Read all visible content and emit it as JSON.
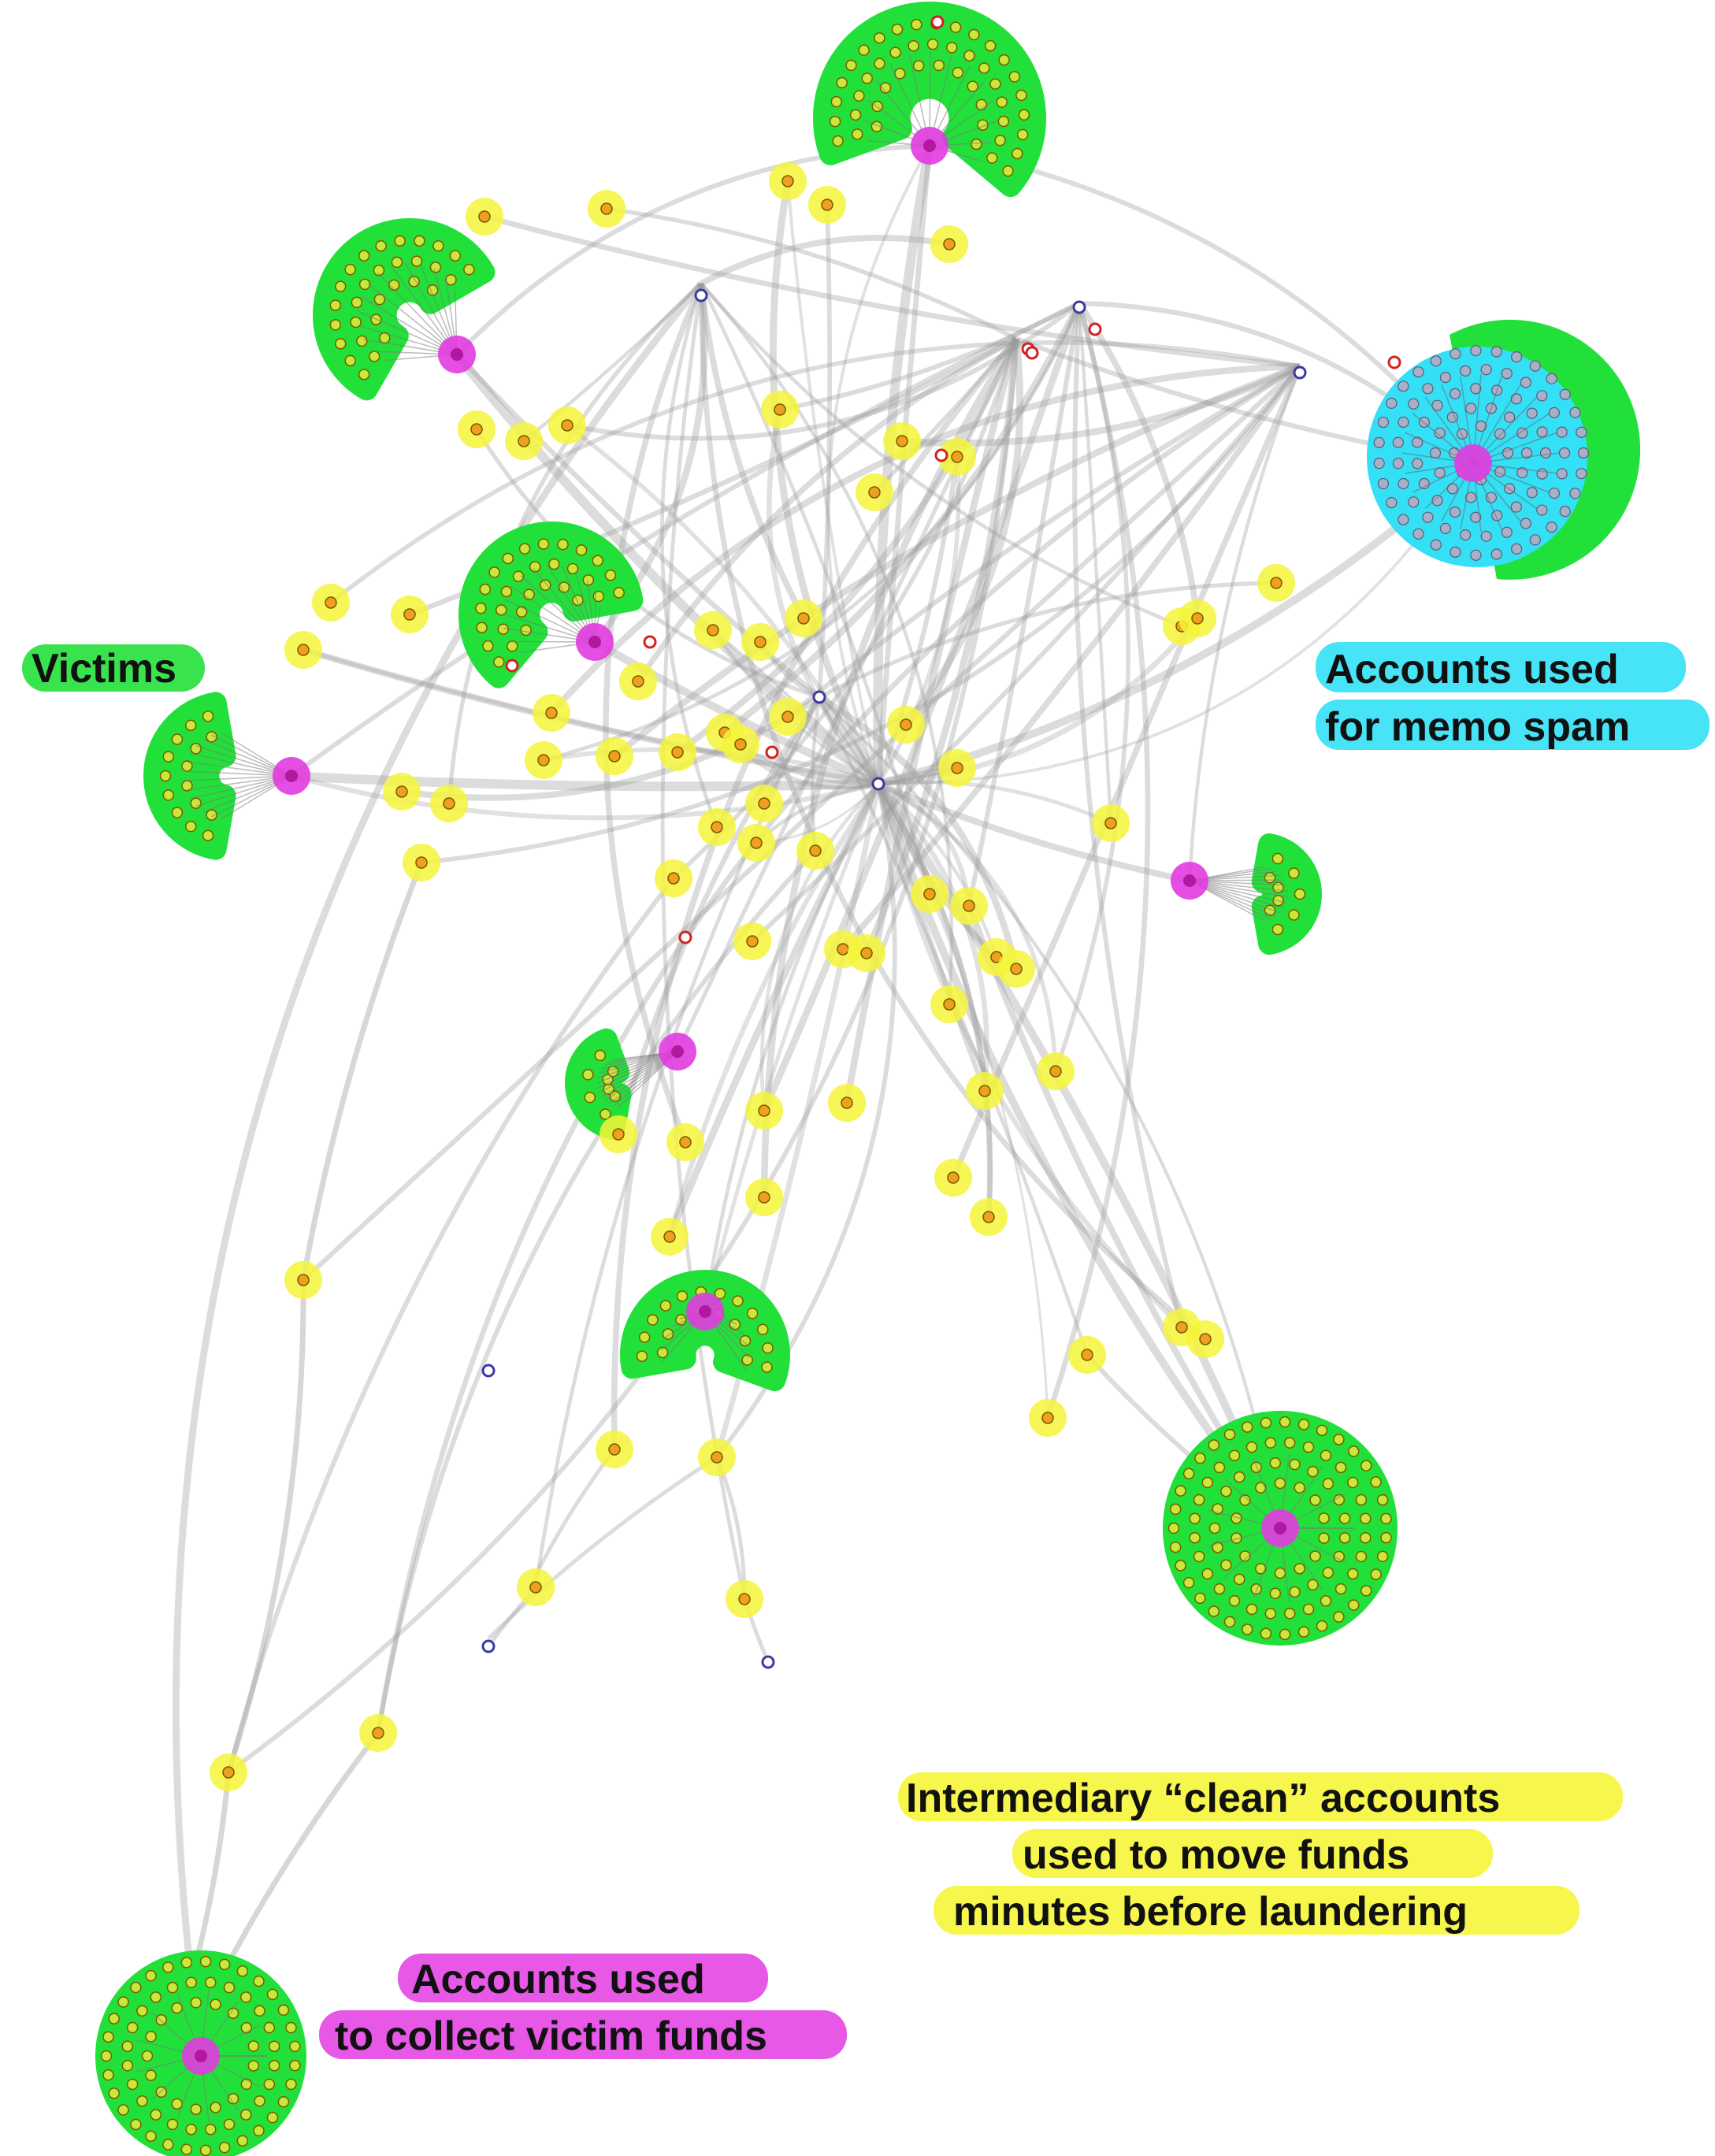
{
  "legend": {
    "victims": "Victims",
    "memo_spam_line1": "Accounts used",
    "memo_spam_line2": "for memo spam",
    "intermediary_line1": "Intermediary “clean” accounts",
    "intermediary_line2": "used to move funds",
    "intermediary_line3": "minutes before laundering",
    "collector_line1": "Accounts used",
    "collector_line2": "to collect victim funds"
  },
  "colors": {
    "victims": "#22e03a",
    "memo_spam": "#33e0f5",
    "intermediary": "#f5f53a",
    "collector": "#e23be0",
    "edge": "#9a9a9a",
    "hub": "#3a3aa0",
    "node_outline": "#7a5a00",
    "red_node": "#d42020"
  },
  "icons": {
    "node": "account-node-icon",
    "hub": "hub-node-icon"
  }
}
